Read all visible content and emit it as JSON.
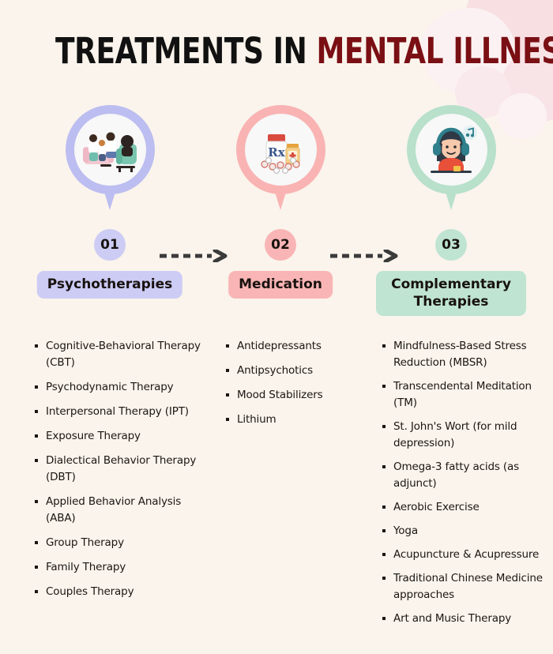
{
  "page": {
    "background_color": "#faf4ec",
    "title_part_1": "TREATMENTS IN ",
    "title_part_2": "MENTAL ILLNESS",
    "title_accent_color": "#7a0f14"
  },
  "steps": [
    {
      "number": "01",
      "label": "Psychotherapies",
      "color": "#ccccf5",
      "ring_color": "#bcbdf0",
      "icon": "family-therapy-session-icon"
    },
    {
      "number": "02",
      "label": "Medication",
      "color": "#f9b5b5",
      "ring_color": "#f9b3b3",
      "icon": "prescription-pill-bottle-icon"
    },
    {
      "number": "03",
      "label": "Complementary Therapies",
      "color": "#bfe4d1",
      "ring_color": "#b8e0cb",
      "icon": "person-headphones-music-icon"
    }
  ],
  "connectors": [
    {
      "name": "dashed-arrow-1"
    },
    {
      "name": "dashed-arrow-2"
    }
  ],
  "columns": [
    {
      "name": "psychotherapies",
      "items": [
        "Cognitive-Behavioral Therapy (CBT)",
        "Psychodynamic Therapy",
        "Interpersonal Therapy (IPT)",
        "Exposure Therapy",
        "Dialectical Behavior Therapy (DBT)",
        "Applied Behavior Analysis (ABA)",
        "Group Therapy",
        "Family Therapy",
        "Couples Therapy"
      ]
    },
    {
      "name": "medication",
      "items": [
        "Antidepressants",
        "Antipsychotics",
        "Mood Stabilizers",
        "Lithium"
      ]
    },
    {
      "name": "complementary-therapies",
      "items": [
        "Mindfulness-Based Stress Reduction (MBSR)",
        "Transcendental Meditation (TM)",
        "St. John's Wort (for mild depression)",
        "Omega-3 fatty acids (as adjunct)",
        "Aerobic Exercise",
        "Yoga",
        "Acupuncture & Acupressure",
        "Traditional Chinese Medicine approaches",
        "Art and Music Therapy"
      ]
    }
  ]
}
